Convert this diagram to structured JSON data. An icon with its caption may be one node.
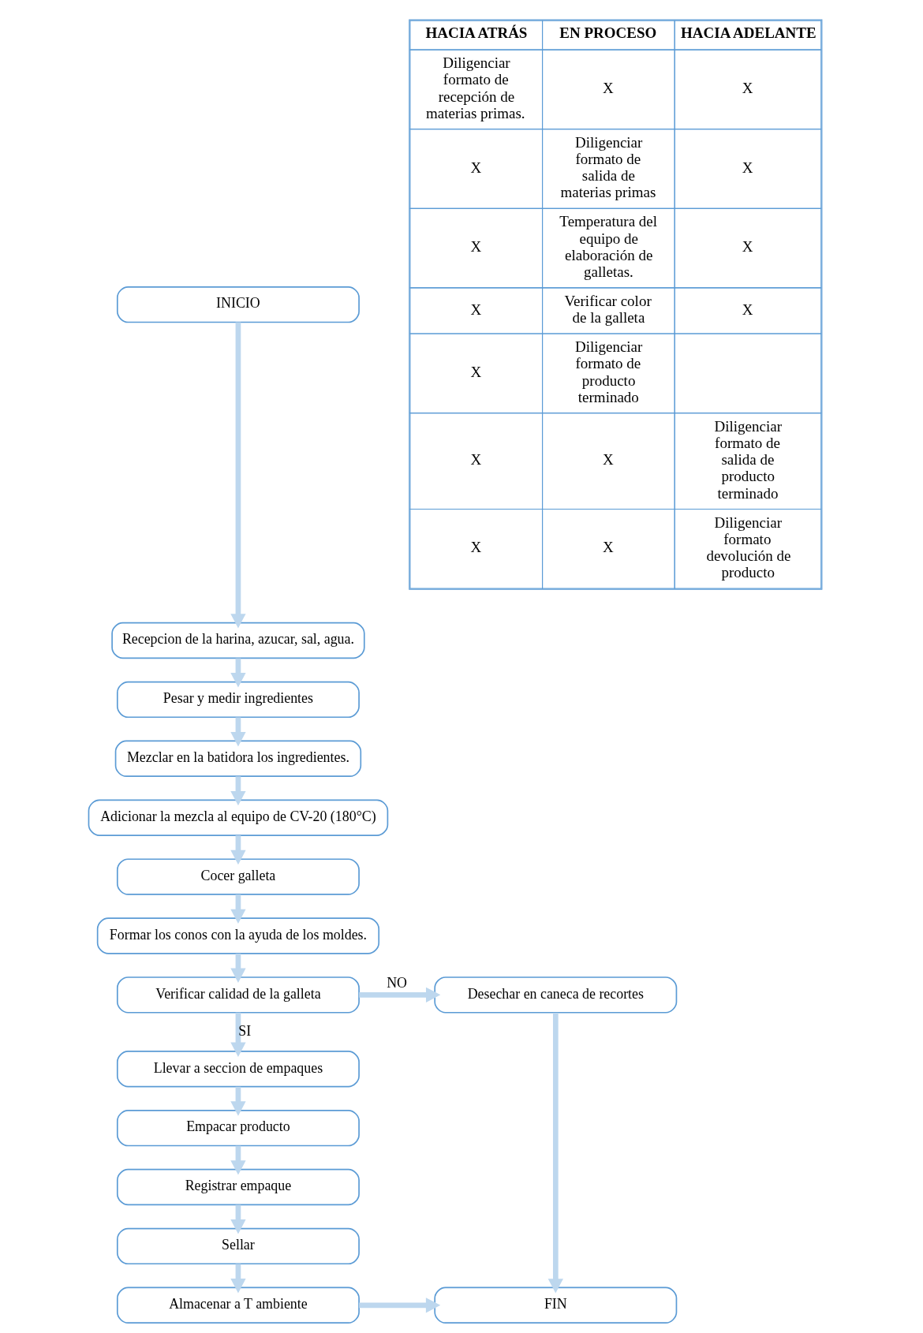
{
  "diagram": {
    "nodes": [
      {
        "text": [
          "INICIO"
        ]
      },
      {
        "text": [
          "Recepcion de la harina, azucar, sal, agua."
        ]
      },
      {
        "text": [
          "Pesar y medir ingredientes"
        ]
      },
      {
        "text": [
          "Mezclar en la batidora los ingredientes."
        ]
      },
      {
        "text": [
          "Adicionar la mezcla al equipo de CV-20 (180°C)"
        ]
      },
      {
        "text": [
          "Cocer galleta"
        ]
      },
      {
        "text": [
          "Formar los conos con la ayuda de los moldes."
        ]
      },
      {
        "text": [
          "Verificar calidad de la galleta"
        ]
      },
      {
        "text": [
          "Llevar a seccion de empaques"
        ]
      },
      {
        "text": [
          "Empacar producto"
        ]
      },
      {
        "text": [
          "Registrar empaque"
        ]
      },
      {
        "text": [
          "Sellar"
        ]
      },
      {
        "text": [
          "Almacenar a T ambiente"
        ]
      },
      {
        "text": [
          "Desechar en caneca de recortes"
        ]
      },
      {
        "text": [
          "FIN"
        ]
      }
    ],
    "edges": [
      {
        "from": 0,
        "to": 1,
        "arrow": "to"
      },
      {
        "from": 1,
        "to": 2,
        "arrow": "to"
      },
      {
        "from": 2,
        "to": 3,
        "arrow": "to"
      },
      {
        "from": 3,
        "to": 4,
        "arrow": "to"
      },
      {
        "from": 4,
        "to": 5,
        "arrow": "to"
      },
      {
        "from": 5,
        "to": 6,
        "arrow": "to"
      },
      {
        "from": 6,
        "to": 7,
        "arrow": "to"
      },
      {
        "from": 7,
        "to": 8,
        "arrow": "to",
        "label": "SI"
      },
      {
        "from": 8,
        "to": 9,
        "arrow": "to"
      },
      {
        "from": 9,
        "to": 10,
        "arrow": "to"
      },
      {
        "from": 10,
        "to": 11,
        "arrow": "to"
      },
      {
        "from": 11,
        "to": 12,
        "arrow": "to"
      },
      {
        "from": 7,
        "to": 13,
        "arrow": "to",
        "label": "NO"
      },
      {
        "from": 13,
        "to": 14,
        "arrow": "to"
      },
      {
        "from": 12,
        "to": 14,
        "arrow": "to"
      }
    ],
    "labels": [
      "HACIA ATRÁS",
      "EN PROCESO",
      "HACIA ADELANTE",
      "Diligenciar formato de recepción de materias primas.",
      "X",
      "X",
      "X",
      "Diligenciar formato de salida de materias primas",
      "X",
      "X",
      "Temperatura del equipo de elaboración de galletas.",
      "X",
      "X",
      "Verificar color de la galleta",
      "X",
      "X",
      "Diligenciar formato de producto terminado",
      "X",
      "X",
      "Diligenciar formato de salida de producto terminado",
      "X",
      "X",
      "Diligenciar formato devolución de producto"
    ]
  }
}
